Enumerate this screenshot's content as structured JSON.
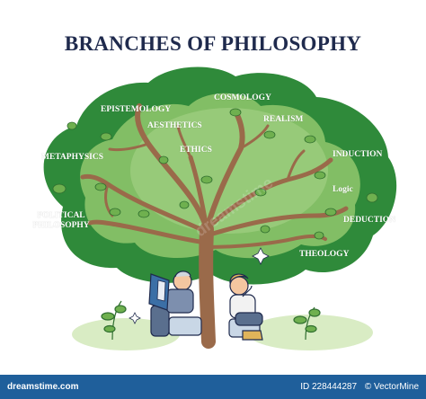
{
  "title": "BRANCHES OF PHILOSOPHY",
  "branches": {
    "epistemology": "EPISTEMOLOGY",
    "cosmology": "COSMOLOGY",
    "aesthetics": "AESTHETICS",
    "realism": "REALISM",
    "ethics": "ETHICS",
    "metaphysics": "METAPHYSICS",
    "induction": "INDUCTION",
    "logic": "Logic",
    "political_line1": "POLITICAL",
    "political_line2": "PHILOSOPHY",
    "deduction": "DEDUCTION",
    "theology": "THEOLOGY"
  },
  "watermark": "dreamstime",
  "footer": {
    "brand": "dreamstime.com",
    "id": "ID 228444287",
    "author": "© VectorMine"
  },
  "colors": {
    "title": "#1f2a4d",
    "canopy_outer": "#2f8a3a",
    "canopy_inner": "#8cc36a",
    "trunk": "#9a6a4a",
    "footer_bar": "#1f5f9b"
  }
}
